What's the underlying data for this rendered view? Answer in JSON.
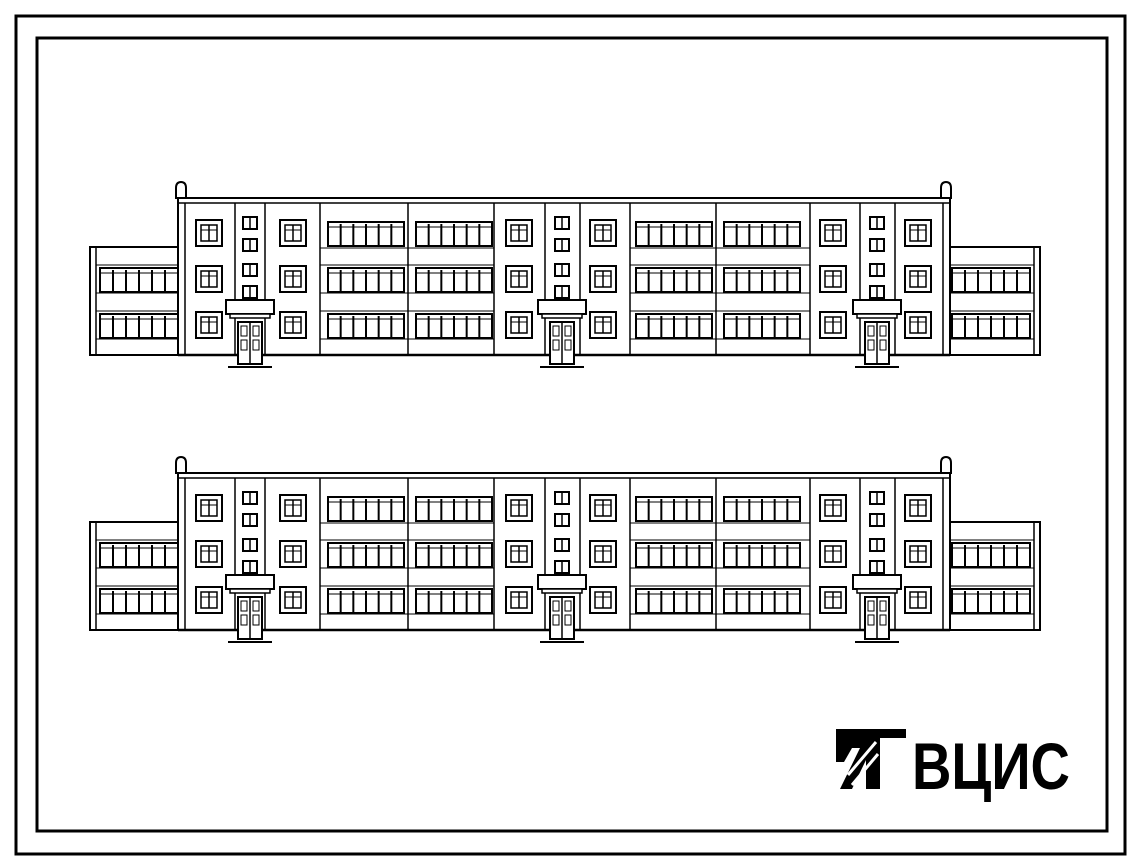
{
  "sheet": {
    "elevations": [
      {
        "id": "elevation-1",
        "floors": 3
      },
      {
        "id": "elevation-2",
        "floors": 3
      }
    ]
  },
  "logo": {
    "text": "ВЦИС",
    "mark_icon": "tsitp-logo-mark-icon"
  },
  "colors": {
    "ink": "#000000",
    "paper": "#ffffff"
  }
}
